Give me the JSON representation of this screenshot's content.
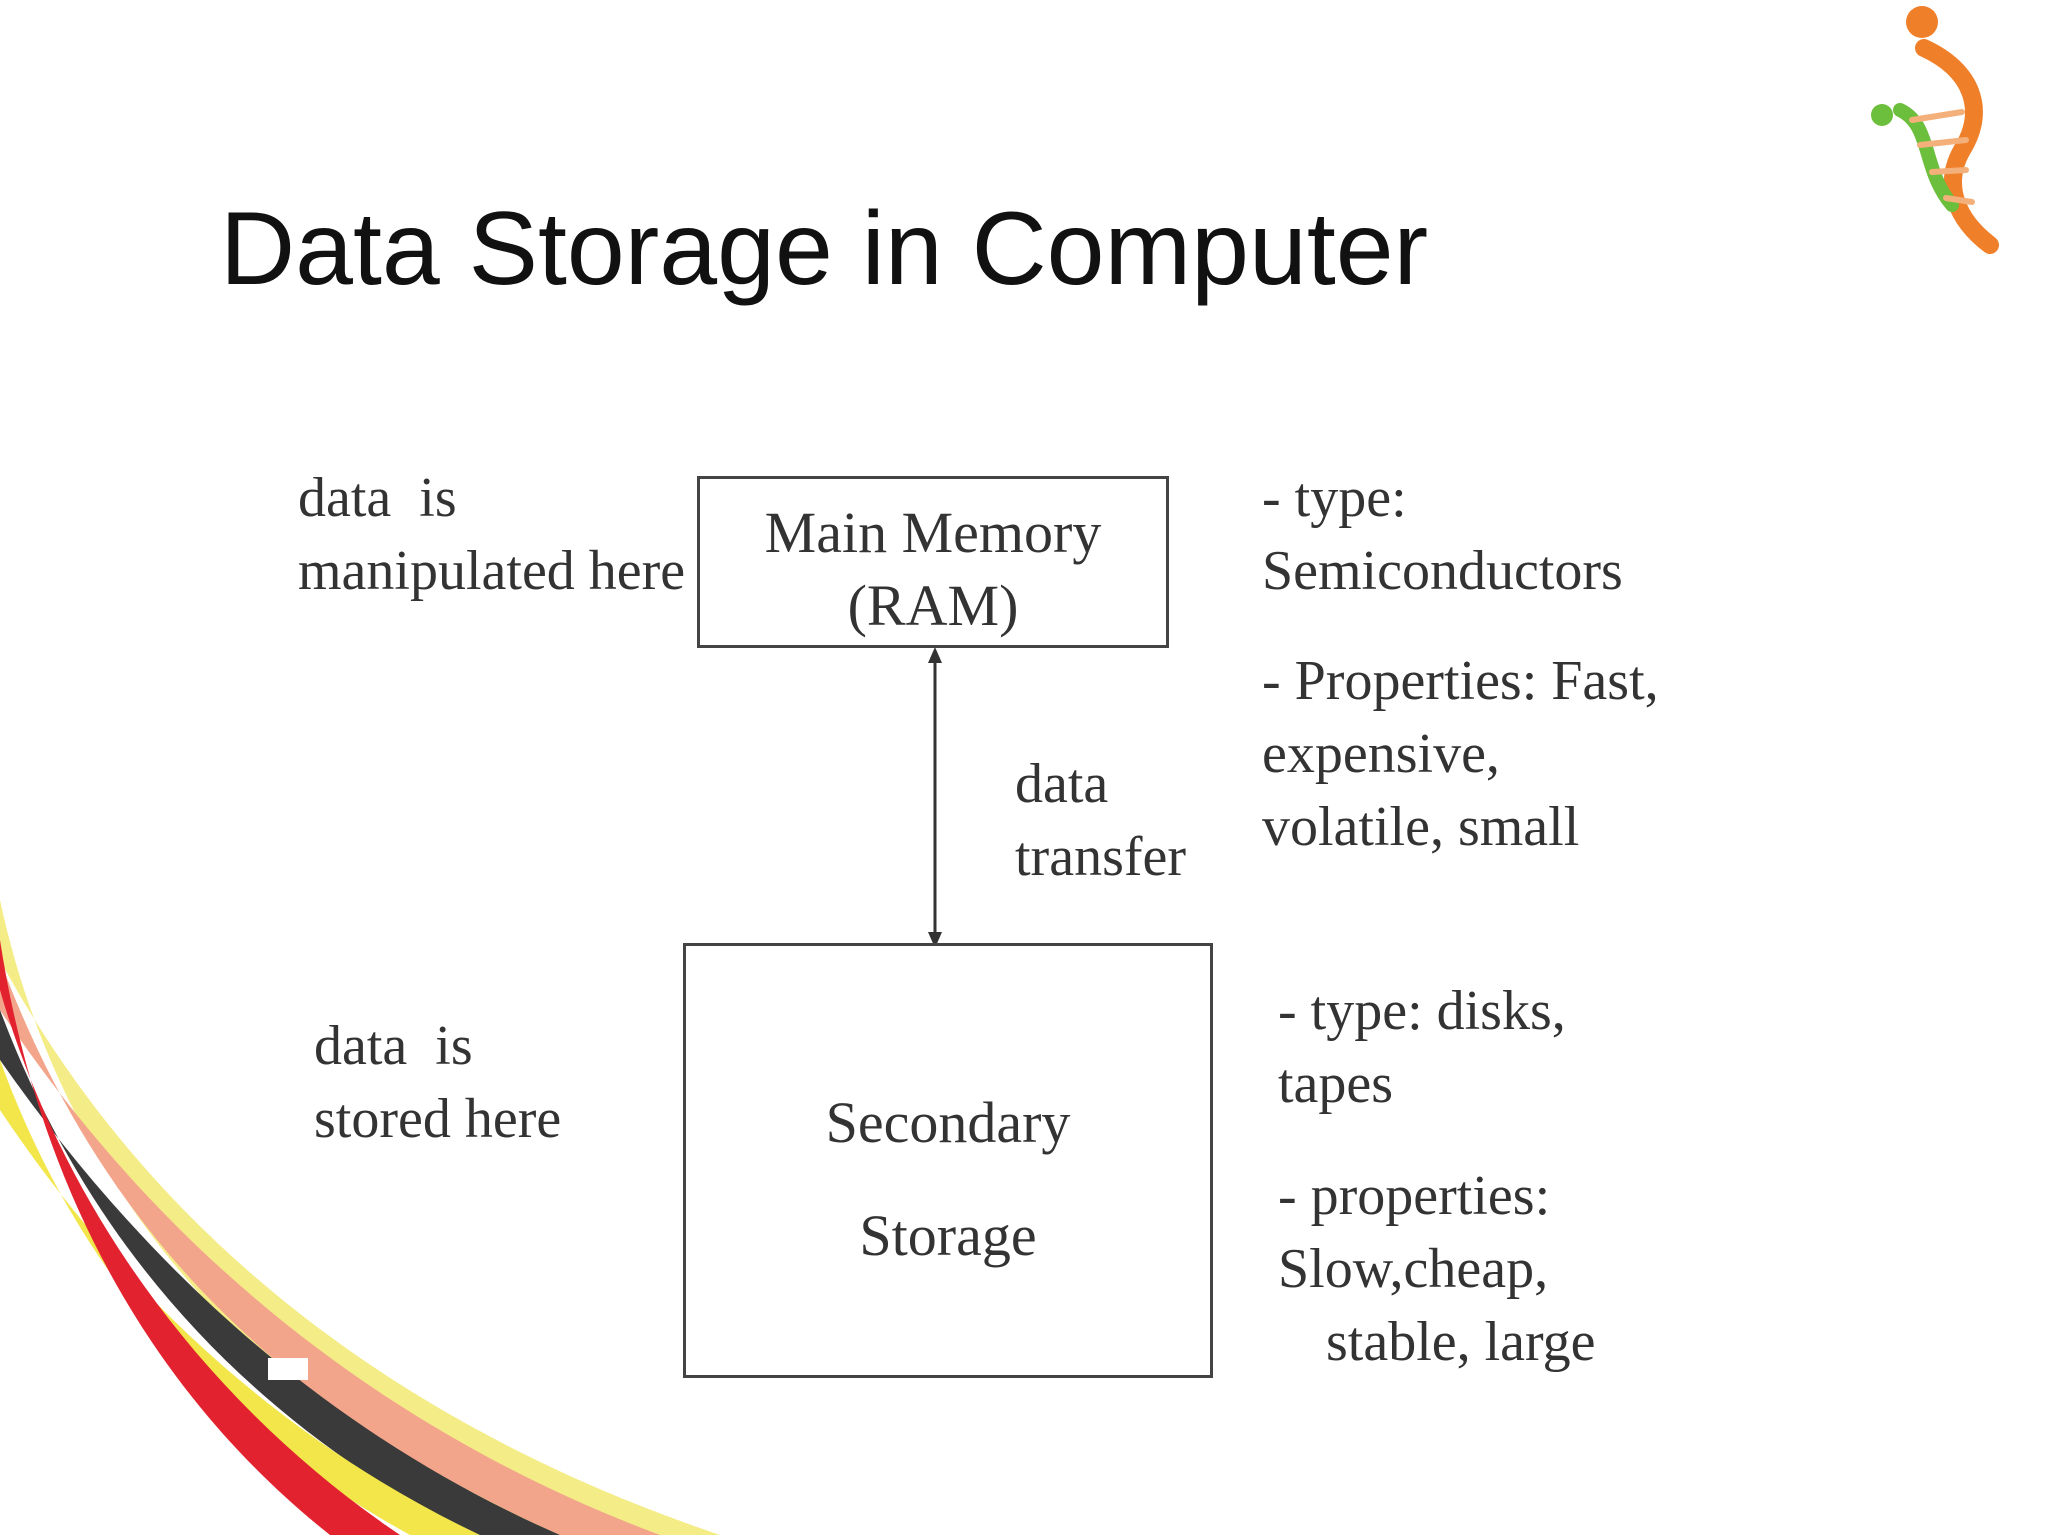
{
  "title": "Data Storage in Computer",
  "diagram": {
    "main_memory": {
      "line1": "Main Memory",
      "line2": "(RAM)"
    },
    "secondary_storage": {
      "line1": "Secondary",
      "line2": "Storage"
    },
    "transfer_label": {
      "line1": "data",
      "line2": "transfer"
    },
    "left_labels": {
      "ram": {
        "line1": "data  is",
        "line2": "manipulated here"
      },
      "storage": {
        "line1": "data  is",
        "line2": "stored here"
      }
    },
    "right_notes": {
      "ram_type": {
        "line1": "- type:",
        "line2": "Semiconductors"
      },
      "ram_properties": {
        "line1": "- Properties: Fast,",
        "line2": "expensive,",
        "line3": "volatile, small"
      },
      "storage_type": {
        "line1": "- type: disks,",
        "line2": "tapes"
      },
      "storage_properties": {
        "line1": "- properties:",
        "line2": "Slow,cheap,",
        "line3": "stable, large"
      }
    }
  },
  "colors": {
    "swoosh_red": "#e2232f",
    "swoosh_yellow": "#f2e64a",
    "swoosh_dark": "#3a3a3a",
    "swoosh_salmon": "#f3a58c",
    "logo_orange": "#f07f2a",
    "logo_green": "#6cbf3c"
  }
}
